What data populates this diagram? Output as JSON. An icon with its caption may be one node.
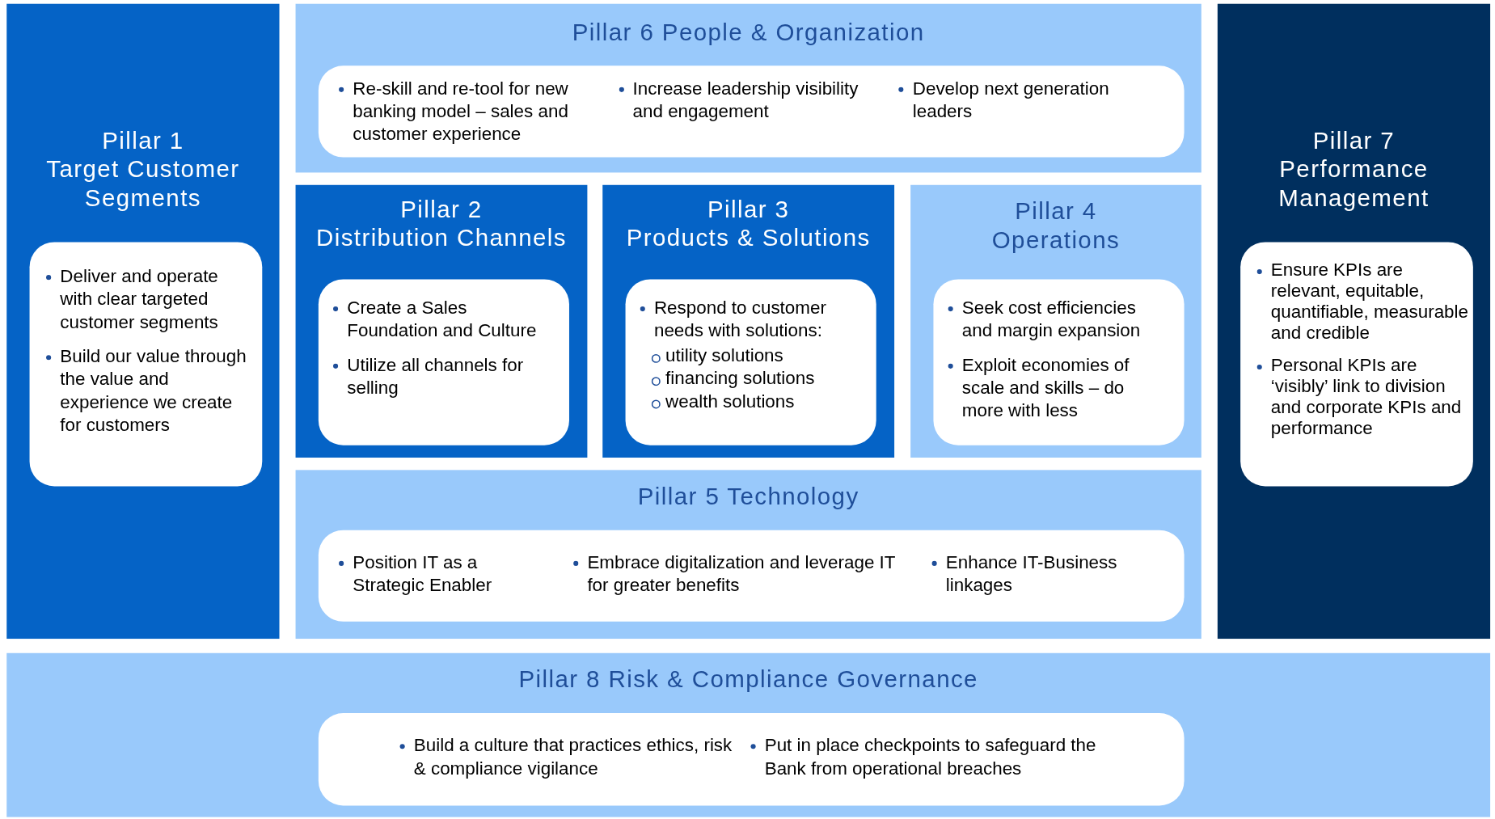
{
  "diagram": {
    "nodes": [
      {
        "text": [
          "Pillar 1 Target Customer Segments"
        ]
      },
      {
        "text": [
          "Deliver and operate with clear targeted customer segments",
          "Build our value through the value and experience we create for customers"
        ],
        "in": 0
      },
      {
        "text": [
          "Pillar 6 People & Organization"
        ]
      },
      {
        "text": [
          "Re-skill and re-tool for new banking model – sales and customer experience",
          "Increase leadership visibility and engagement",
          "Develop next generation leaders"
        ],
        "in": 2
      },
      {
        "text": [
          "Pillar 2 Distribution Channels"
        ]
      },
      {
        "text": [
          "Create a Sales Foundation and Culture",
          "Utilize all channels for selling"
        ],
        "in": 4
      },
      {
        "text": [
          "Pillar 3 Products & Solutions"
        ]
      },
      {
        "text": [
          "Respond to customer needs with solutions:",
          "utility solutions",
          "financing solutions",
          "wealth solutions"
        ],
        "in": 6
      },
      {
        "text": [
          "Pillar 4 Operations"
        ]
      },
      {
        "text": [
          "Seek cost efficiencies and margin expansion",
          "Exploit economies of scale and skills – do more with less"
        ],
        "in": 8
      },
      {
        "text": [
          "Pillar 7 Performance Management"
        ]
      },
      {
        "text": [
          "Ensure KPIs are relevant, equitable, quantifiable, measurable and credible",
          "Personal KPIs are ‘visibly’ link to division and corporate KPIs and performance"
        ],
        "in": 10
      },
      {
        "text": [
          "Pillar 5 Technology"
        ]
      },
      {
        "text": [
          "Position IT as a Strategic Enabler",
          "Embrace digitalization and leverage IT for greater benefits",
          "Enhance IT-Business linkages"
        ],
        "in": 12
      },
      {
        "text": [
          "Pillar 8 Risk & Compliance Governance"
        ]
      },
      {
        "text": [
          "Build a culture that practices ethics, risk & compliance vigilance",
          "Put in place checkpoints to safeguard the Bank from operational breaches"
        ],
        "in": 14
      }
    ],
    "edges": []
  }
}
